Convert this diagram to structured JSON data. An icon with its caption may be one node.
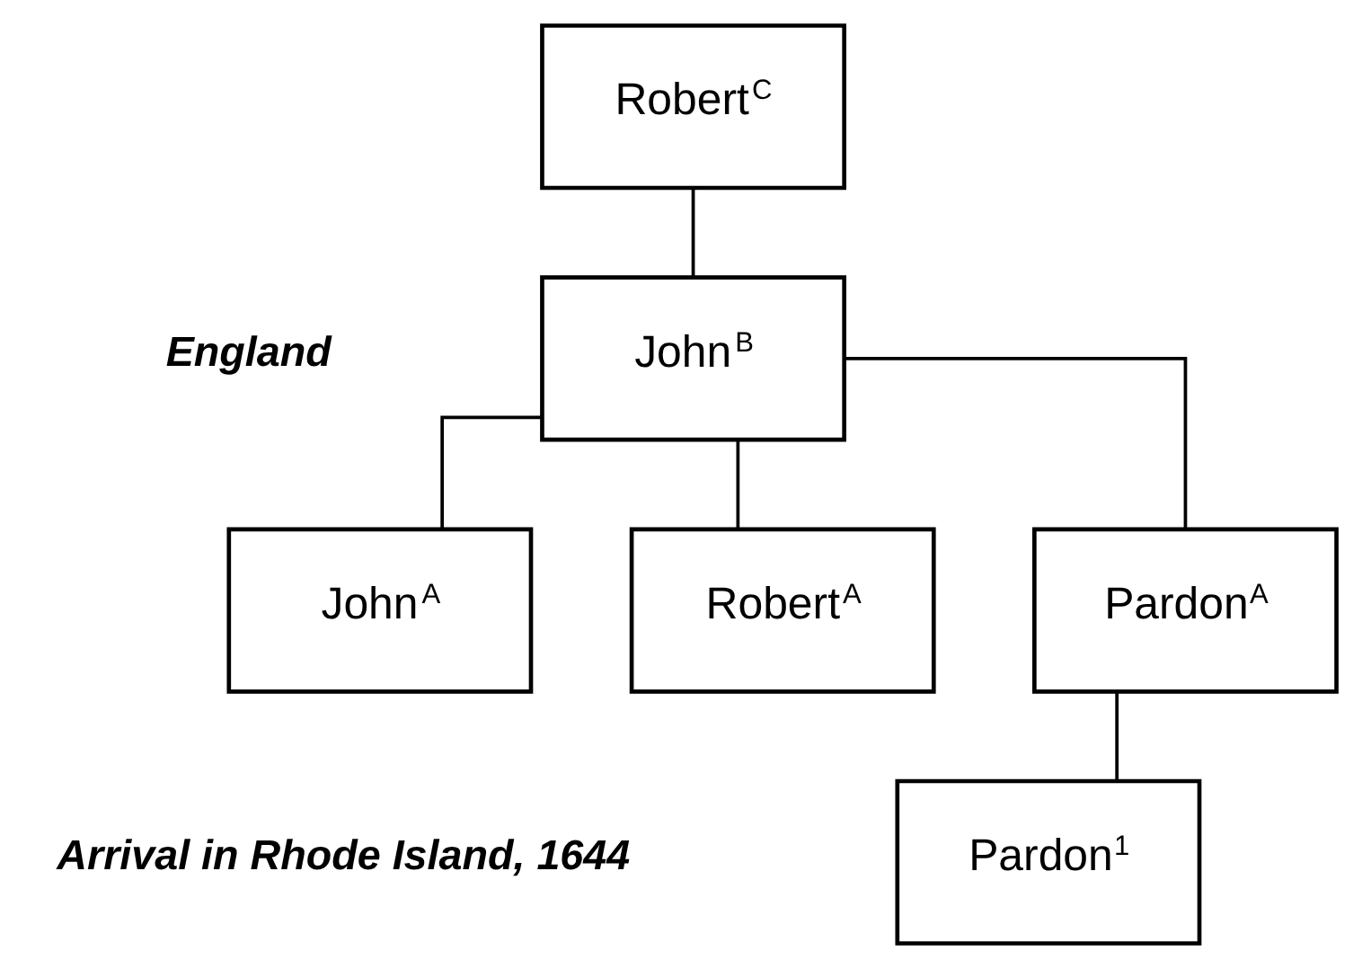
{
  "diagram": {
    "nodes": [
      {
        "text": [
          "Robert$^{C}$"
        ]
      },
      {
        "text": [
          "John$^{B}$"
        ]
      },
      {
        "text": [
          "Pardon$^{A}$"
        ]
      },
      {
        "text": [
          "John$^{A}$"
        ]
      },
      {
        "text": [
          "Robert$^{A}$"
        ]
      },
      {
        "text": [
          "Pardon$^{1}$"
        ]
      }
    ],
    "edges": [
      {
        "from": 0,
        "to": 1,
        "arrow": "none"
      },
      {
        "from": 1,
        "to": 2,
        "arrow": "none"
      },
      {
        "from": 1,
        "to": 3,
        "arrow": "none"
      },
      {
        "from": 1,
        "to": 4,
        "arrow": "none"
      },
      {
        "from": 2,
        "to": 5,
        "arrow": "none"
      }
    ],
    "labels": [
      "England",
      "Arrival in Rhode Island, 1644"
    ]
  }
}
